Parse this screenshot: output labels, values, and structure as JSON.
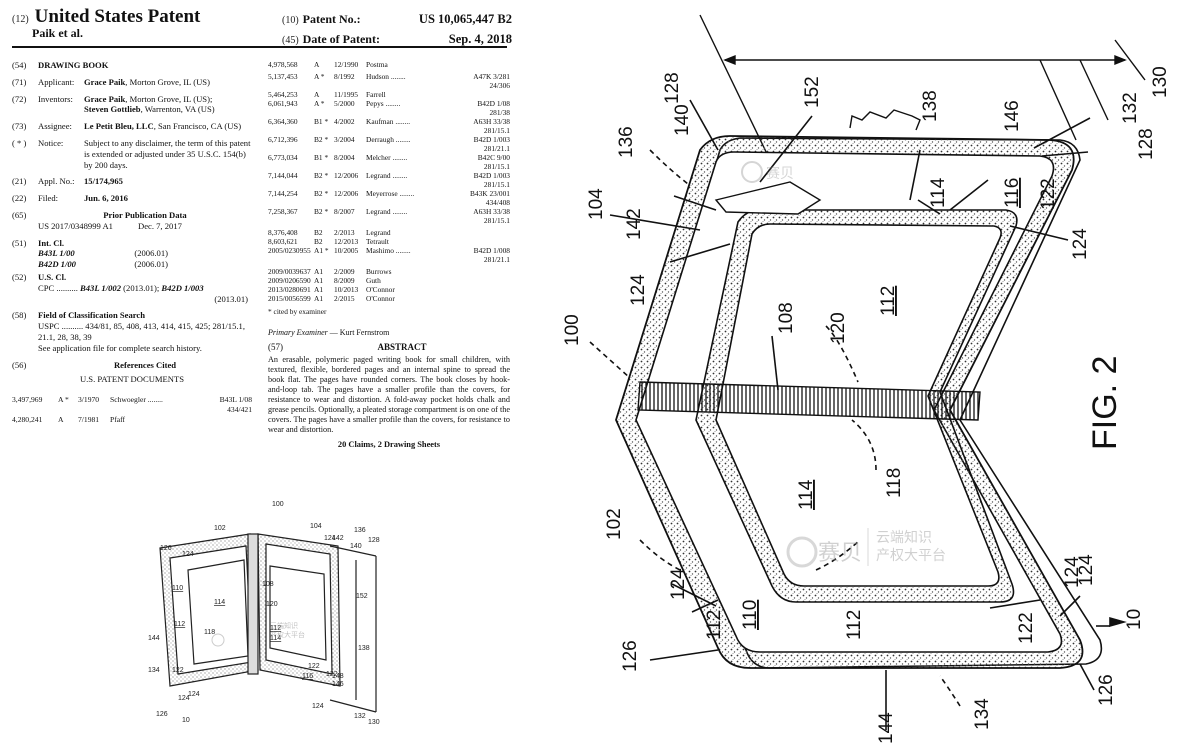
{
  "header": {
    "code12": "(12)",
    "title": "United States Patent",
    "inventors_short": "Paik et al.",
    "code10": "(10)",
    "patent_no_label": "Patent No.:",
    "patent_no": "US 10,065,447 B2",
    "code45": "(45)",
    "date_label": "Date of Patent:",
    "date": "Sep. 4, 2018"
  },
  "fields": {
    "f54": {
      "code": "(54)",
      "value": "DRAWING BOOK"
    },
    "f71": {
      "code": "(71)",
      "label": "Applicant:",
      "name": "Grace Paik",
      "rest": ", Morton Grove, IL (US)"
    },
    "f72": {
      "code": "(72)",
      "label": "Inventors:",
      "name1": "Grace Paik",
      "rest1": ", Morton Grove, IL (US);",
      "name2": "Steven Gottlieb",
      "rest2": ", Warrenton, VA (US)"
    },
    "f73": {
      "code": "(73)",
      "label": "Assignee:",
      "name": "Le Petit Bleu, LLC",
      "rest": ", San Francisco, CA (US)"
    },
    "fnotice": {
      "code": "( * )",
      "label": "Notice:",
      "value": "Subject to any disclaimer, the term of this patent is extended or adjusted under 35 U.S.C. 154(b) by 200 days."
    },
    "f21": {
      "code": "(21)",
      "label": "Appl. No.:",
      "value": "15/174,965"
    },
    "f22": {
      "code": "(22)",
      "label": "Filed:",
      "value": "Jun. 6, 2016"
    },
    "f65": {
      "code": "(65)",
      "title": "Prior Publication Data",
      "pub": "US 2017/0348999 A1",
      "date": "Dec. 7, 2017"
    },
    "f51": {
      "code": "(51)",
      "label": "Int. Cl.",
      "rows": [
        {
          "cls": "B43L 1/00",
          "ver": "(2006.01)"
        },
        {
          "cls": "B42D 1/00",
          "ver": "(2006.01)"
        }
      ]
    },
    "f52": {
      "code": "(52)",
      "label": "U.S. Cl.",
      "cpc_label": "CPC",
      "cpc1": "B43L 1/002",
      "cpc1_ver": "(2013.01);",
      "cpc2": "B42D 1/003",
      "cpc2_ver": "(2013.01)"
    },
    "f58": {
      "code": "(58)",
      "label": "Field of Classification Search",
      "uspc_label": "USPC",
      "uspc": "434/81, 85, 408, 413, 414, 415, 425; 281/15.1, 21.1, 28, 38, 39",
      "note": "See application file for complete search history."
    },
    "f56": {
      "code": "(56)",
      "title": "References Cited",
      "sub": "U.S. PATENT DOCUMENTS"
    }
  },
  "refs_left": [
    {
      "no": "3,497,969",
      "kind": "A",
      "star": "*",
      "date": "3/1970",
      "name": "Schwoegler",
      "cls": "B43L 1/08",
      "cont": "434/421"
    },
    {
      "no": "4,280,241",
      "kind": "A",
      "star": "",
      "date": "7/1981",
      "name": "Pfaff",
      "cls": "",
      "cont": ""
    }
  ],
  "refs_right": [
    {
      "no": "4,978,568",
      "kind": "A",
      "star": "",
      "date": "12/1990",
      "name": "Postma",
      "cls": "",
      "cont": ""
    },
    {
      "no": "5,137,453",
      "kind": "A",
      "star": "*",
      "date": "8/1992",
      "name": "Hudson",
      "cls": "A47K 3/281",
      "cont": "24/306"
    },
    {
      "no": "5,464,253",
      "kind": "A",
      "star": "",
      "date": "11/1995",
      "name": "Farrell",
      "cls": "",
      "cont": ""
    },
    {
      "no": "6,061,943",
      "kind": "A",
      "star": "*",
      "date": "5/2000",
      "name": "Pepys",
      "cls": "B42D 1/08",
      "cont": "281/38"
    },
    {
      "no": "6,364,360",
      "kind": "B1",
      "star": "*",
      "date": "4/2002",
      "name": "Kaufman",
      "cls": "A63H 33/38",
      "cont": "281/15.1"
    },
    {
      "no": "6,712,396",
      "kind": "B2",
      "star": "*",
      "date": "3/2004",
      "name": "Derraugh",
      "cls": "B42D 1/003",
      "cont": "281/21.1"
    },
    {
      "no": "6,773,034",
      "kind": "B1",
      "star": "*",
      "date": "8/2004",
      "name": "Melcher",
      "cls": "B42C 9/00",
      "cont": "281/15.1"
    },
    {
      "no": "7,144,044",
      "kind": "B2",
      "star": "*",
      "date": "12/2006",
      "name": "Legrand",
      "cls": "B42D 1/003",
      "cont": "281/15.1"
    },
    {
      "no": "7,144,254",
      "kind": "B2",
      "star": "*",
      "date": "12/2006",
      "name": "Meyerrose",
      "cls": "B43K 23/001",
      "cont": "434/408"
    },
    {
      "no": "7,258,367",
      "kind": "B2",
      "star": "*",
      "date": "8/2007",
      "name": "Legrand",
      "cls": "A63H 33/38",
      "cont": "281/15.1"
    },
    {
      "no": "8,376,408",
      "kind": "B2",
      "star": "",
      "date": "2/2013",
      "name": "Legrand",
      "cls": "",
      "cont": ""
    },
    {
      "no": "8,603,621",
      "kind": "B2",
      "star": "",
      "date": "12/2013",
      "name": "Tetrault",
      "cls": "",
      "cont": ""
    },
    {
      "no": "2005/0230955",
      "kind": "A1",
      "star": "*",
      "date": "10/2005",
      "name": "Mashimo",
      "cls": "B42D 1/008",
      "cont": "281/21.1"
    },
    {
      "no": "2009/0039637",
      "kind": "A1",
      "star": "",
      "date": "2/2009",
      "name": "Burrows",
      "cls": "",
      "cont": ""
    },
    {
      "no": "2009/0206590",
      "kind": "A1",
      "star": "",
      "date": "8/2009",
      "name": "Guth",
      "cls": "",
      "cont": ""
    },
    {
      "no": "2013/0280691",
      "kind": "A1",
      "star": "",
      "date": "10/2013",
      "name": "O'Connor",
      "cls": "",
      "cont": ""
    },
    {
      "no": "2015/0056599",
      "kind": "A1",
      "star": "",
      "date": "2/2015",
      "name": "O'Connor",
      "cls": "",
      "cont": ""
    }
  ],
  "cited": "* cited by examiner",
  "examiner": {
    "label": "Primary Examiner",
    "name": "— Kurt Fernstrom"
  },
  "abstract": {
    "code": "(57)",
    "title": "ABSTRACT",
    "text": "An erasable, polymeric paged writing book for small children, with textured, flexible, bordered pages and an internal spine to spread the book flat. The pages have rounded corners. The book closes by hook-and-loop tab. The pages have a smaller profile than the covers, for resistance to wear and distortion. A fold-away pocket holds chalk and grease pencils. Optionally, a pleated storage compartment is on one of the covers. The pages have a smaller profile than the covers, for resistance to wear and distortion."
  },
  "claims": "20 Claims, 2 Drawing Sheets",
  "small_figure": {
    "labels": [
      "100",
      "102",
      "104",
      "136",
      "142",
      "140",
      "128",
      "126",
      "124",
      "124",
      "124",
      "108",
      "110",
      "112",
      "114",
      "120",
      "118",
      "144",
      "134",
      "122",
      "112",
      "114",
      "122",
      "116",
      "138",
      "148",
      "152",
      "132",
      "130",
      "126",
      "10",
      "124",
      "124",
      "122",
      "146"
    ],
    "watermark1": "云端知识",
    "watermark2": "产权大平台"
  },
  "large_figure": {
    "caption": "FIG. 2",
    "labels": [
      "130",
      "132",
      "128",
      "128",
      "152",
      "138",
      "146",
      "136",
      "140",
      "114",
      "122",
      "116",
      "124",
      "104",
      "142",
      "124",
      "100",
      "108",
      "120",
      "112",
      "112",
      "114",
      "118",
      "102",
      "124",
      "124",
      "110",
      "112",
      "122",
      "126",
      "144",
      "134",
      "126",
      "10",
      "124"
    ],
    "watermark_brand": "赛贝",
    "watermark1": "云端知识",
    "watermark2": "产权大平台"
  }
}
